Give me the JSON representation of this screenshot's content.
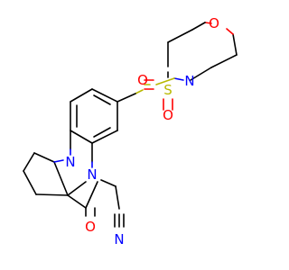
{
  "atoms": {
    "morpholine_o": {
      "text": "O",
      "color": "#ff0000"
    },
    "morpholine_n": {
      "text": "N",
      "color": "#0000ff"
    },
    "sulfur": {
      "text": "S",
      "color": "#b8b800"
    },
    "sulfonyl_o_left": {
      "text": "O",
      "color": "#ff0000"
    },
    "sulfonyl_o_bottom": {
      "text": "O",
      "color": "#ff0000"
    },
    "ring_n_upper": {
      "text": "N",
      "color": "#0000ff"
    },
    "ring_n_lower": {
      "text": "N",
      "color": "#0000ff"
    },
    "carbonyl_o": {
      "text": "O",
      "color": "#ff0000"
    },
    "nitrile_n": {
      "text": "N",
      "color": "#0000ff"
    }
  }
}
